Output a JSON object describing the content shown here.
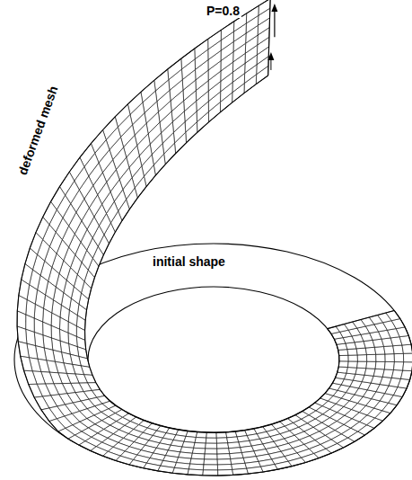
{
  "diagram": {
    "labels": [
      "P=0.8",
      "deformed mesh",
      "initial shape"
    ]
  }
}
